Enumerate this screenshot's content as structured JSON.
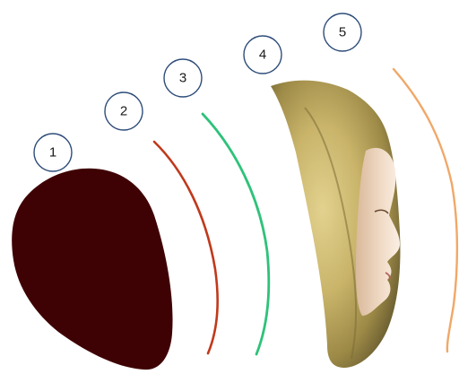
{
  "labels": [
    "1",
    "2",
    "3",
    "4",
    "5"
  ],
  "colors": {
    "blob": "#3f0204",
    "curve_2": "#c0391b",
    "curve_3": "#2ec27a",
    "curve_5": "#f0a868",
    "circle_stroke": "#2f4d7a"
  },
  "icons": {
    "layer_1": "dark-red-blob-icon",
    "layer_4": "gilded-madonna-face-icon"
  }
}
